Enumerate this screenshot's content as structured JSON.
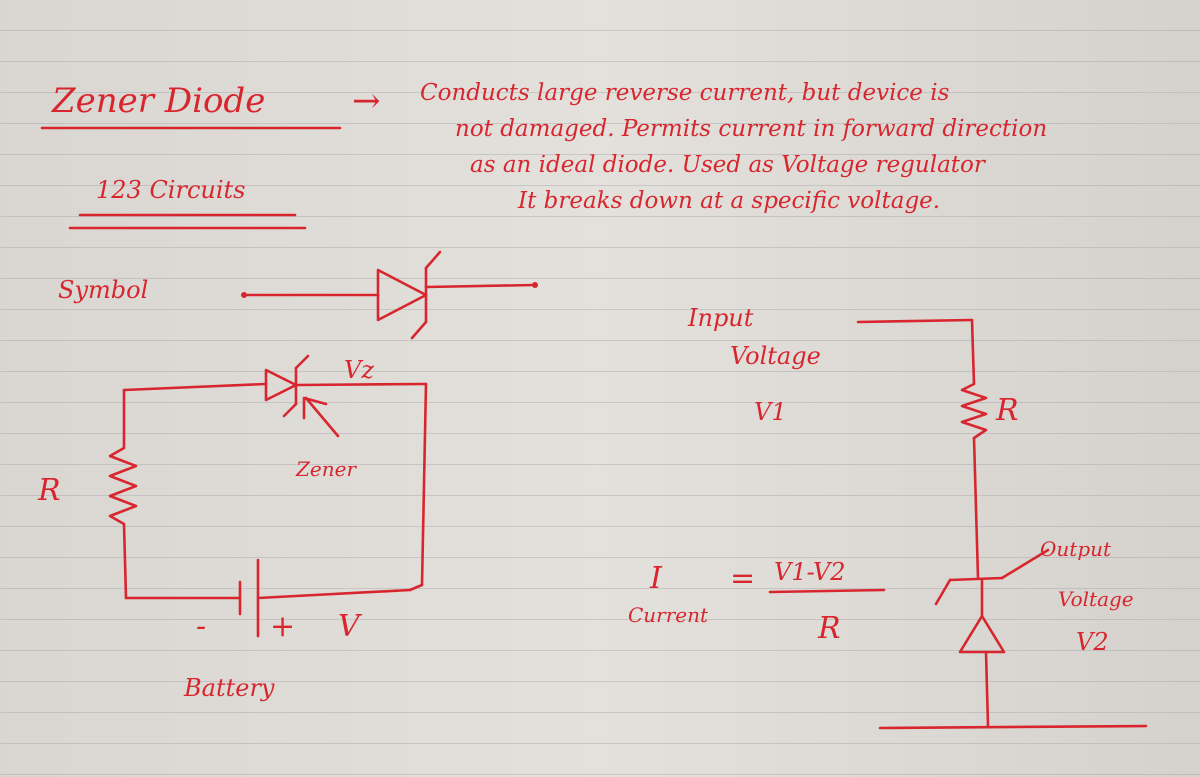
{
  "title": "Zener Diode",
  "arrow": "→",
  "description": [
    "Conducts large reverse current, but device is",
    "not damaged. Permits current in forward direction",
    "as an ideal diode. Used as Voltage regulator",
    "It breaks down at a specific voltage."
  ],
  "subtitle": "123 Circuits",
  "symbol_label": "Symbol",
  "left_circuit": {
    "resistor_label": "R",
    "zener_voltage_label": "Vz",
    "zener_label": "Zener",
    "minus_label": "-",
    "plus_label": "+",
    "voltage_label": "V",
    "battery_label": "Battery"
  },
  "formula": {
    "lhs": "I",
    "equals": "=",
    "numerator": "V1-V2",
    "denominator": "R",
    "lhs_caption": "Current"
  },
  "right_circuit": {
    "input_label": "Input",
    "voltage_word": "Voltage",
    "input_symbol": "V1",
    "resistor_label": "R",
    "output_label": "Output",
    "output_voltage_word": "Voltage",
    "output_symbol": "V2"
  },
  "colors": {
    "ink": "#d8262e",
    "paper": "#e2dfda"
  }
}
